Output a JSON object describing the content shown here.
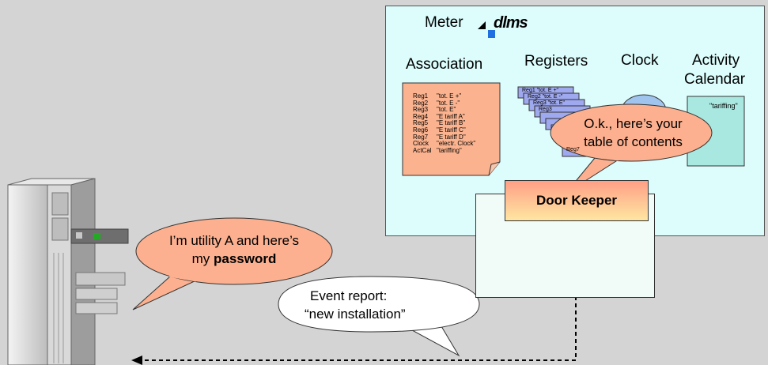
{
  "meter": {
    "title": "Meter",
    "logo_text": "dlms",
    "columns": {
      "association": "Association",
      "registers": "Registers",
      "clock": "Clock",
      "activity_line1": "Activity",
      "activity_line2": "Calendar"
    },
    "association_list": [
      {
        "name": "Reg1",
        "value": "\"tot. E +\""
      },
      {
        "name": "Reg2",
        "value": "\"tot. E -\""
      },
      {
        "name": "Reg3",
        "value": "\"tot. E\""
      },
      {
        "name": "Reg4",
        "value": "\"E tariff A\""
      },
      {
        "name": "Reg5",
        "value": "\"E tariff B\""
      },
      {
        "name": "Reg6",
        "value": "\"E tariff C\""
      },
      {
        "name": "Reg7",
        "value": "\"E tariff D\""
      },
      {
        "name": "Clock",
        "value": "\"electr. Clock\""
      },
      {
        "name": "ActCal",
        "value": "\"tariffing\""
      }
    ],
    "register_cards": [
      {
        "name": "Reg1",
        "value": "\"tot. E +\""
      },
      {
        "name": "Reg2",
        "value": "\"tot. E -\""
      },
      {
        "name": "Reg3",
        "value": "\"tot. E\""
      },
      {
        "name": "Reg3",
        "value": ""
      },
      {
        "name": "Reg7",
        "value": ""
      }
    ],
    "calendar_text": "\"tariffing\""
  },
  "door_keeper": "Door Keeper",
  "bubbles": {
    "meter_reply_line1": "O.k., here’s your",
    "meter_reply_line2": "table of contents",
    "utility_line1": "I’m utility A and here’s",
    "utility_line2_prefix": "my ",
    "utility_line2_bold": "password",
    "event_line1": "Event report:",
    "event_line2": "“new installation”"
  },
  "colors": {
    "background": "#d4d4d4",
    "meter_panel": "#ddfdfd",
    "association_card": "#fbb38f",
    "register_card": "#9fa9ef",
    "bubble_salmon": "#fcb08f",
    "bubble_white": "#ffffff",
    "calendar_card": "#a8e8e0",
    "clock_circle": "#9fc5ee"
  }
}
